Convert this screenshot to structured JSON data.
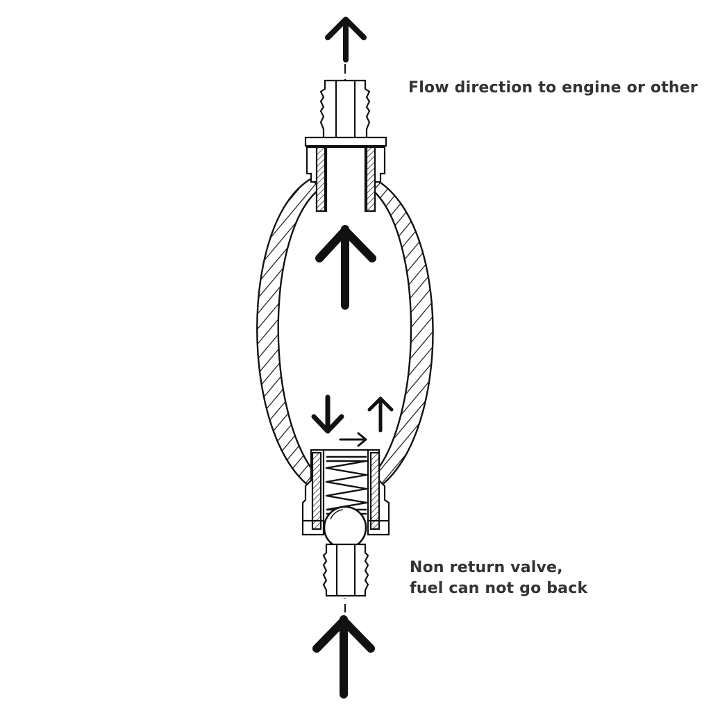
{
  "labels": {
    "flow_direction": "Flow direction to engine or other",
    "valve_line1": "Non return valve,",
    "valve_line2": "fuel can not go back"
  },
  "colors": {
    "ink": "#111111",
    "text": "#333333",
    "background": "#ffffff"
  }
}
